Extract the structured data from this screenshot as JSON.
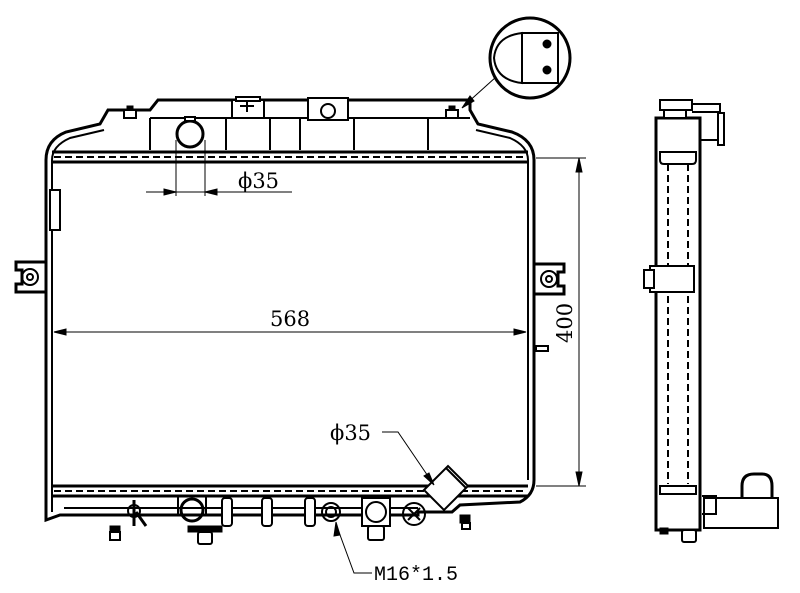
{
  "drawing": {
    "subject": "Radiator technical drawing",
    "views": [
      "front-view",
      "side-view",
      "detail-view"
    ],
    "line_color": "#000000",
    "background_color": "#ffffff"
  },
  "dimensions": {
    "width": "568",
    "height": "400",
    "inlet_diameter": "ϕ35",
    "outlet_diameter": "ϕ35",
    "drain_thread": "M16*1.5"
  }
}
